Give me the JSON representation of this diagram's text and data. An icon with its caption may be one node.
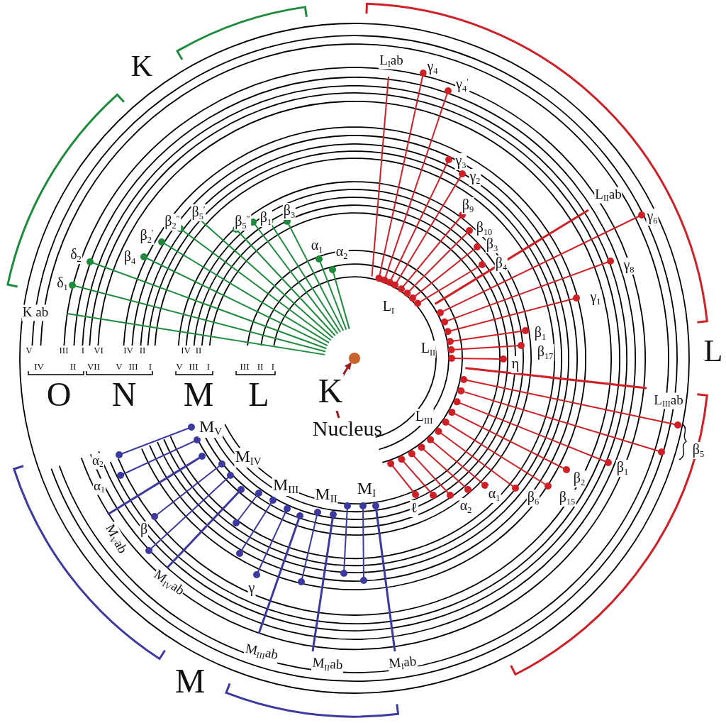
{
  "diagram": {
    "nodes": [
      {
        "text": [
          "Nucleus"
        ]
      },
      {
        "text": [],
        "shape": "circle"
      }
    ],
    "edges": [
      {
        "from": 0,
        "to": 1,
        "arrow": "to"
      }
    ],
    "labels": [
      "K",
      "K ab",
      "δ$_{2}$",
      "δ$_{1}$",
      "β$_{4}$",
      "β$_{2}$$^{′}$",
      "β$_{2}$$^{″}$",
      "β$_{5}$$^{′}$",
      "β$_{5}$$^{″}$",
      "β$_{1}$",
      "β$_{3}$",
      "α$_{1}$",
      "α$_{2}$",
      "L$_{I}$ab",
      "γ$_{4}$",
      "γ$_{4}$$^{′}$",
      "γ$_{3}$",
      "γ$_{2}$",
      "β$_{9}$",
      "β$_{10}$",
      "β$_{3}$",
      "β$_{4}$",
      "L$_{II}$ab",
      "γ$_{6}$",
      "γ$_{8}$",
      "γ$_{1}$",
      "L",
      "L$_{I}$",
      "L$_{II}$",
      "β$_{1}$",
      "β$_{17}$",
      "η",
      "L$_{III}$ab",
      "L$_{III}$",
      "β$_{5}$",
      "β$_{1}$",
      "β$_{2}$",
      "ℓ",
      "α$_{2}$",
      "α$_{1}$",
      "β$_{6}$",
      "β$_{15}$",
      "V",
      "III",
      "I",
      "VI",
      "IV",
      "II",
      "IV",
      "II",
      "IV",
      "II",
      "VII",
      "V",
      "III",
      "I",
      "V",
      "III",
      "I",
      "III",
      "II",
      "I",
      "O",
      "N",
      "M",
      "L",
      "K",
      "M$_{V}$",
      "M$_{IV}$",
      "M$_{III}$",
      "M$_{II}$",
      "M$_{I}$",
      "α$_{2}$",
      "α$_{1}$",
      "β",
      "γ",
      "M$_{V}$ab",
      "M$_{IV}$ab",
      "M$_{III}$ab",
      "M$_{II}$ab",
      "M$_{I}$ab",
      "M"
    ]
  }
}
